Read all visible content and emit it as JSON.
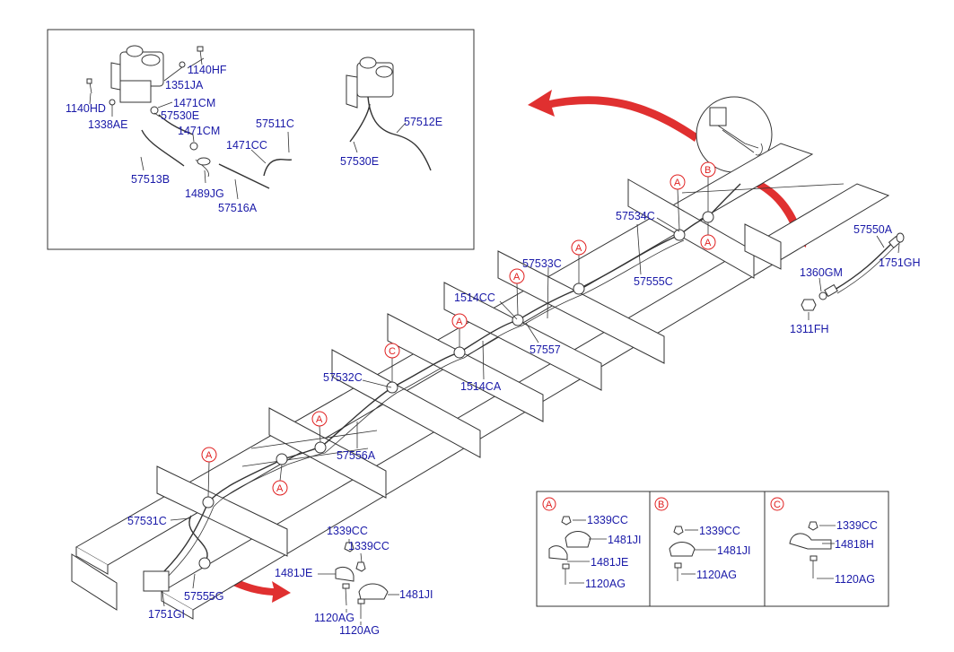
{
  "inset_labels": {
    "l1140HF": "1140HF",
    "l1351JA": "1351JA",
    "l1140HD": "1140HD",
    "l1471CM_a": "1471CM",
    "l57530E_a": "57530E",
    "l1338AE": "1338AE",
    "l1471CM_b": "1471CM",
    "l57511C": "57511C",
    "l1471CC": "1471CC",
    "l57513B": "57513B",
    "l1489JG": "1489JG",
    "l57516A": "57516A",
    "l57512E": "57512E",
    "l57530E_b": "57530E"
  },
  "main_labels": {
    "l57534C": "57534C",
    "l57533C": "57533C",
    "l1514CC": "1514CC",
    "l57555C": "57555C",
    "l57557": "57557",
    "l57532C": "57532C",
    "l1514CA": "1514CA",
    "l57556A": "57556A",
    "l57531C": "57531C",
    "l57555G": "57555G",
    "l1751GI": "1751GI",
    "l57550A": "57550A",
    "l1751GH": "1751GH",
    "l1360GM": "1360GM",
    "l1311FH": "1311FH"
  },
  "clamp_labels": {
    "l1339CC_a": "1339CC",
    "l1339CC_b": "1339CC",
    "l1481JE": "1481JE",
    "l1481JI": "1481JI",
    "l1120AG_a": "1120AG",
    "l1120AG_b": "1120AG"
  },
  "legend": {
    "A": {
      "key": "A",
      "l1339CC": "1339CC",
      "l1481JI": "1481JI",
      "l1481JE": "1481JE",
      "l1120AG": "1120AG"
    },
    "B": {
      "key": "B",
      "l1339CC": "1339CC",
      "l1481JI": "1481JI",
      "l1120AG": "1120AG"
    },
    "C": {
      "key": "C",
      "l1339CC": "1339CC",
      "l14818H": "14818H",
      "l1120AG": "1120AG"
    }
  },
  "callouts": {
    "A": "A",
    "B": "B",
    "C": "C"
  },
  "colors": {
    "label_blue": "#1a1aa8",
    "callout_red": "#e02020",
    "arrow_red": "#e03030"
  }
}
